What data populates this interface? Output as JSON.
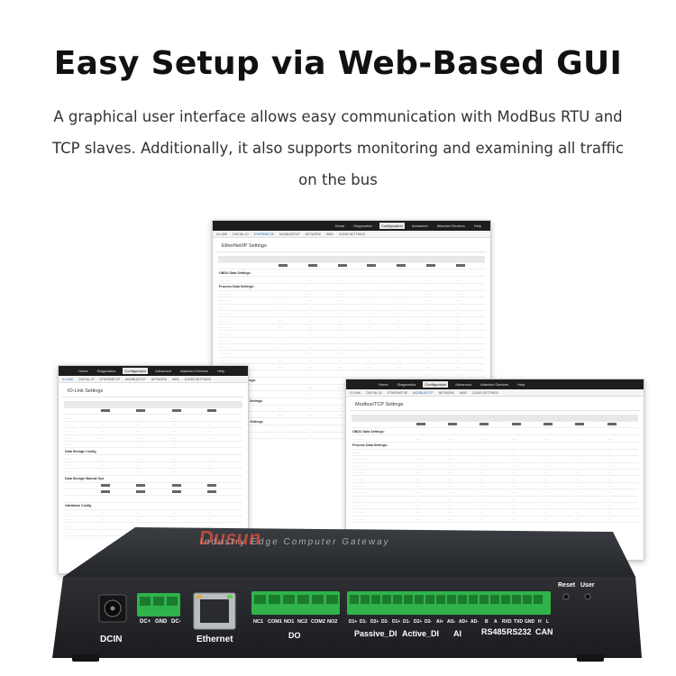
{
  "heading": "Easy Setup via Web-Based GUI",
  "description": "A graphical user interface allows easy communication with ModBus RTU and TCP slaves. Additionally, it also supports monitoring and examining all traffic on the bus",
  "screens": {
    "center": {
      "nav": [
        "Home",
        "Diagnostics",
        "Configuration",
        "Advanced",
        "Attached Devices",
        "Help"
      ],
      "subnav": [
        "IO-LINK",
        "DIGITAL IO",
        "ETHERNET/IP",
        "MODBUS/TCP",
        "NETWORK",
        "WEB",
        "CLEAR SETTINGS"
      ],
      "title": "EtherNet/IP Settings",
      "sections": [
        "OBDU Data Settings:",
        "Process Data Settings:",
        "Transfer Mode Settings:",
        "Read/Write Tag/File Settings",
        "Note:PCCC Tag/File Settings"
      ]
    },
    "left": {
      "nav": [
        "Home",
        "Diagnostics",
        "Configuration",
        "Advanced",
        "Attached Devices",
        "Help"
      ],
      "subnav": [
        "IO-LINK",
        "DIGITAL IO",
        "ETHERNET/IP",
        "MODBUS/TCP",
        "NETWORK",
        "WEB",
        "CLEAR SETTINGS"
      ],
      "title": "IO-Link Settings",
      "sections": [
        "Data Storage Config",
        "Data Storage Manual Ops",
        "Validation Config"
      ]
    },
    "right": {
      "nav": [
        "Home",
        "Diagnostics",
        "Configuration",
        "Advanced",
        "Attached Devices",
        "Help"
      ],
      "subnav": [
        "IO-LINK",
        "DIGITAL IO",
        "ETHERNET/IP",
        "MODBUS/TCP",
        "NETWORK",
        "WEB",
        "CLEAR SETTINGS"
      ],
      "title": "Modbus/TCP Settings",
      "sections": [
        "OBDU Data Settings:",
        "Process Data Settings:"
      ]
    }
  },
  "device": {
    "brand": "Dusun",
    "tagline": "Industry Edge Computer Gateway",
    "ports": {
      "dcin": "DCIN",
      "ethernet": "Ethernet",
      "do": "DO",
      "passive_di": "Passive_DI",
      "active_di": "Active_DI",
      "ai": "AI",
      "rs485": "RS485",
      "rs232": "RS232",
      "can": "CAN",
      "reset": "Reset",
      "user": "User"
    },
    "pins": {
      "power": [
        "DC+",
        "GND",
        "DC-"
      ],
      "do": [
        "NC1",
        "COM1",
        "NO1",
        "NC2",
        "COM2",
        "NO2"
      ],
      "io": [
        "D1+",
        "D1-",
        "D2+",
        "D2-",
        "D1+",
        "D1-",
        "D2+",
        "D2-",
        "AI+",
        "AI1-",
        "AD+",
        "AD-",
        "B",
        "A",
        "RXD",
        "TXD",
        "GND",
        "H",
        "L"
      ]
    }
  }
}
